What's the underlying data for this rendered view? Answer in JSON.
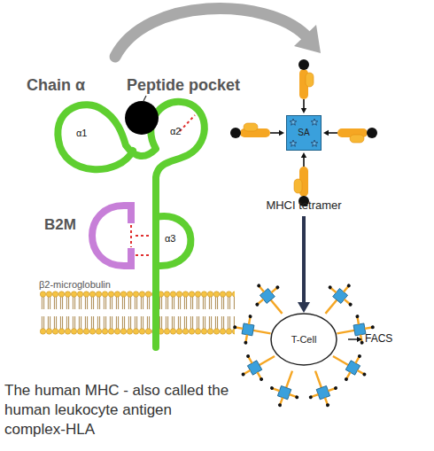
{
  "diagram": {
    "caption": "The human MHC - also called the human leukocyte antigen complex-HLA",
    "nodes": [
      {
        "text": [
          "MHCI tetramer"
        ]
      },
      {
        "text": [
          "SA"
        ],
        "in": 0
      },
      {
        "text": [
          "T-Cell"
        ]
      }
    ],
    "edges": [
      {
        "from": 0,
        "to": 2,
        "arrow": "to"
      }
    ],
    "labels": [
      "Chain α",
      "Peptide pocket",
      "α1",
      "α2",
      "B2M",
      "α3",
      "β2-microglobulin",
      "FACS"
    ]
  }
}
